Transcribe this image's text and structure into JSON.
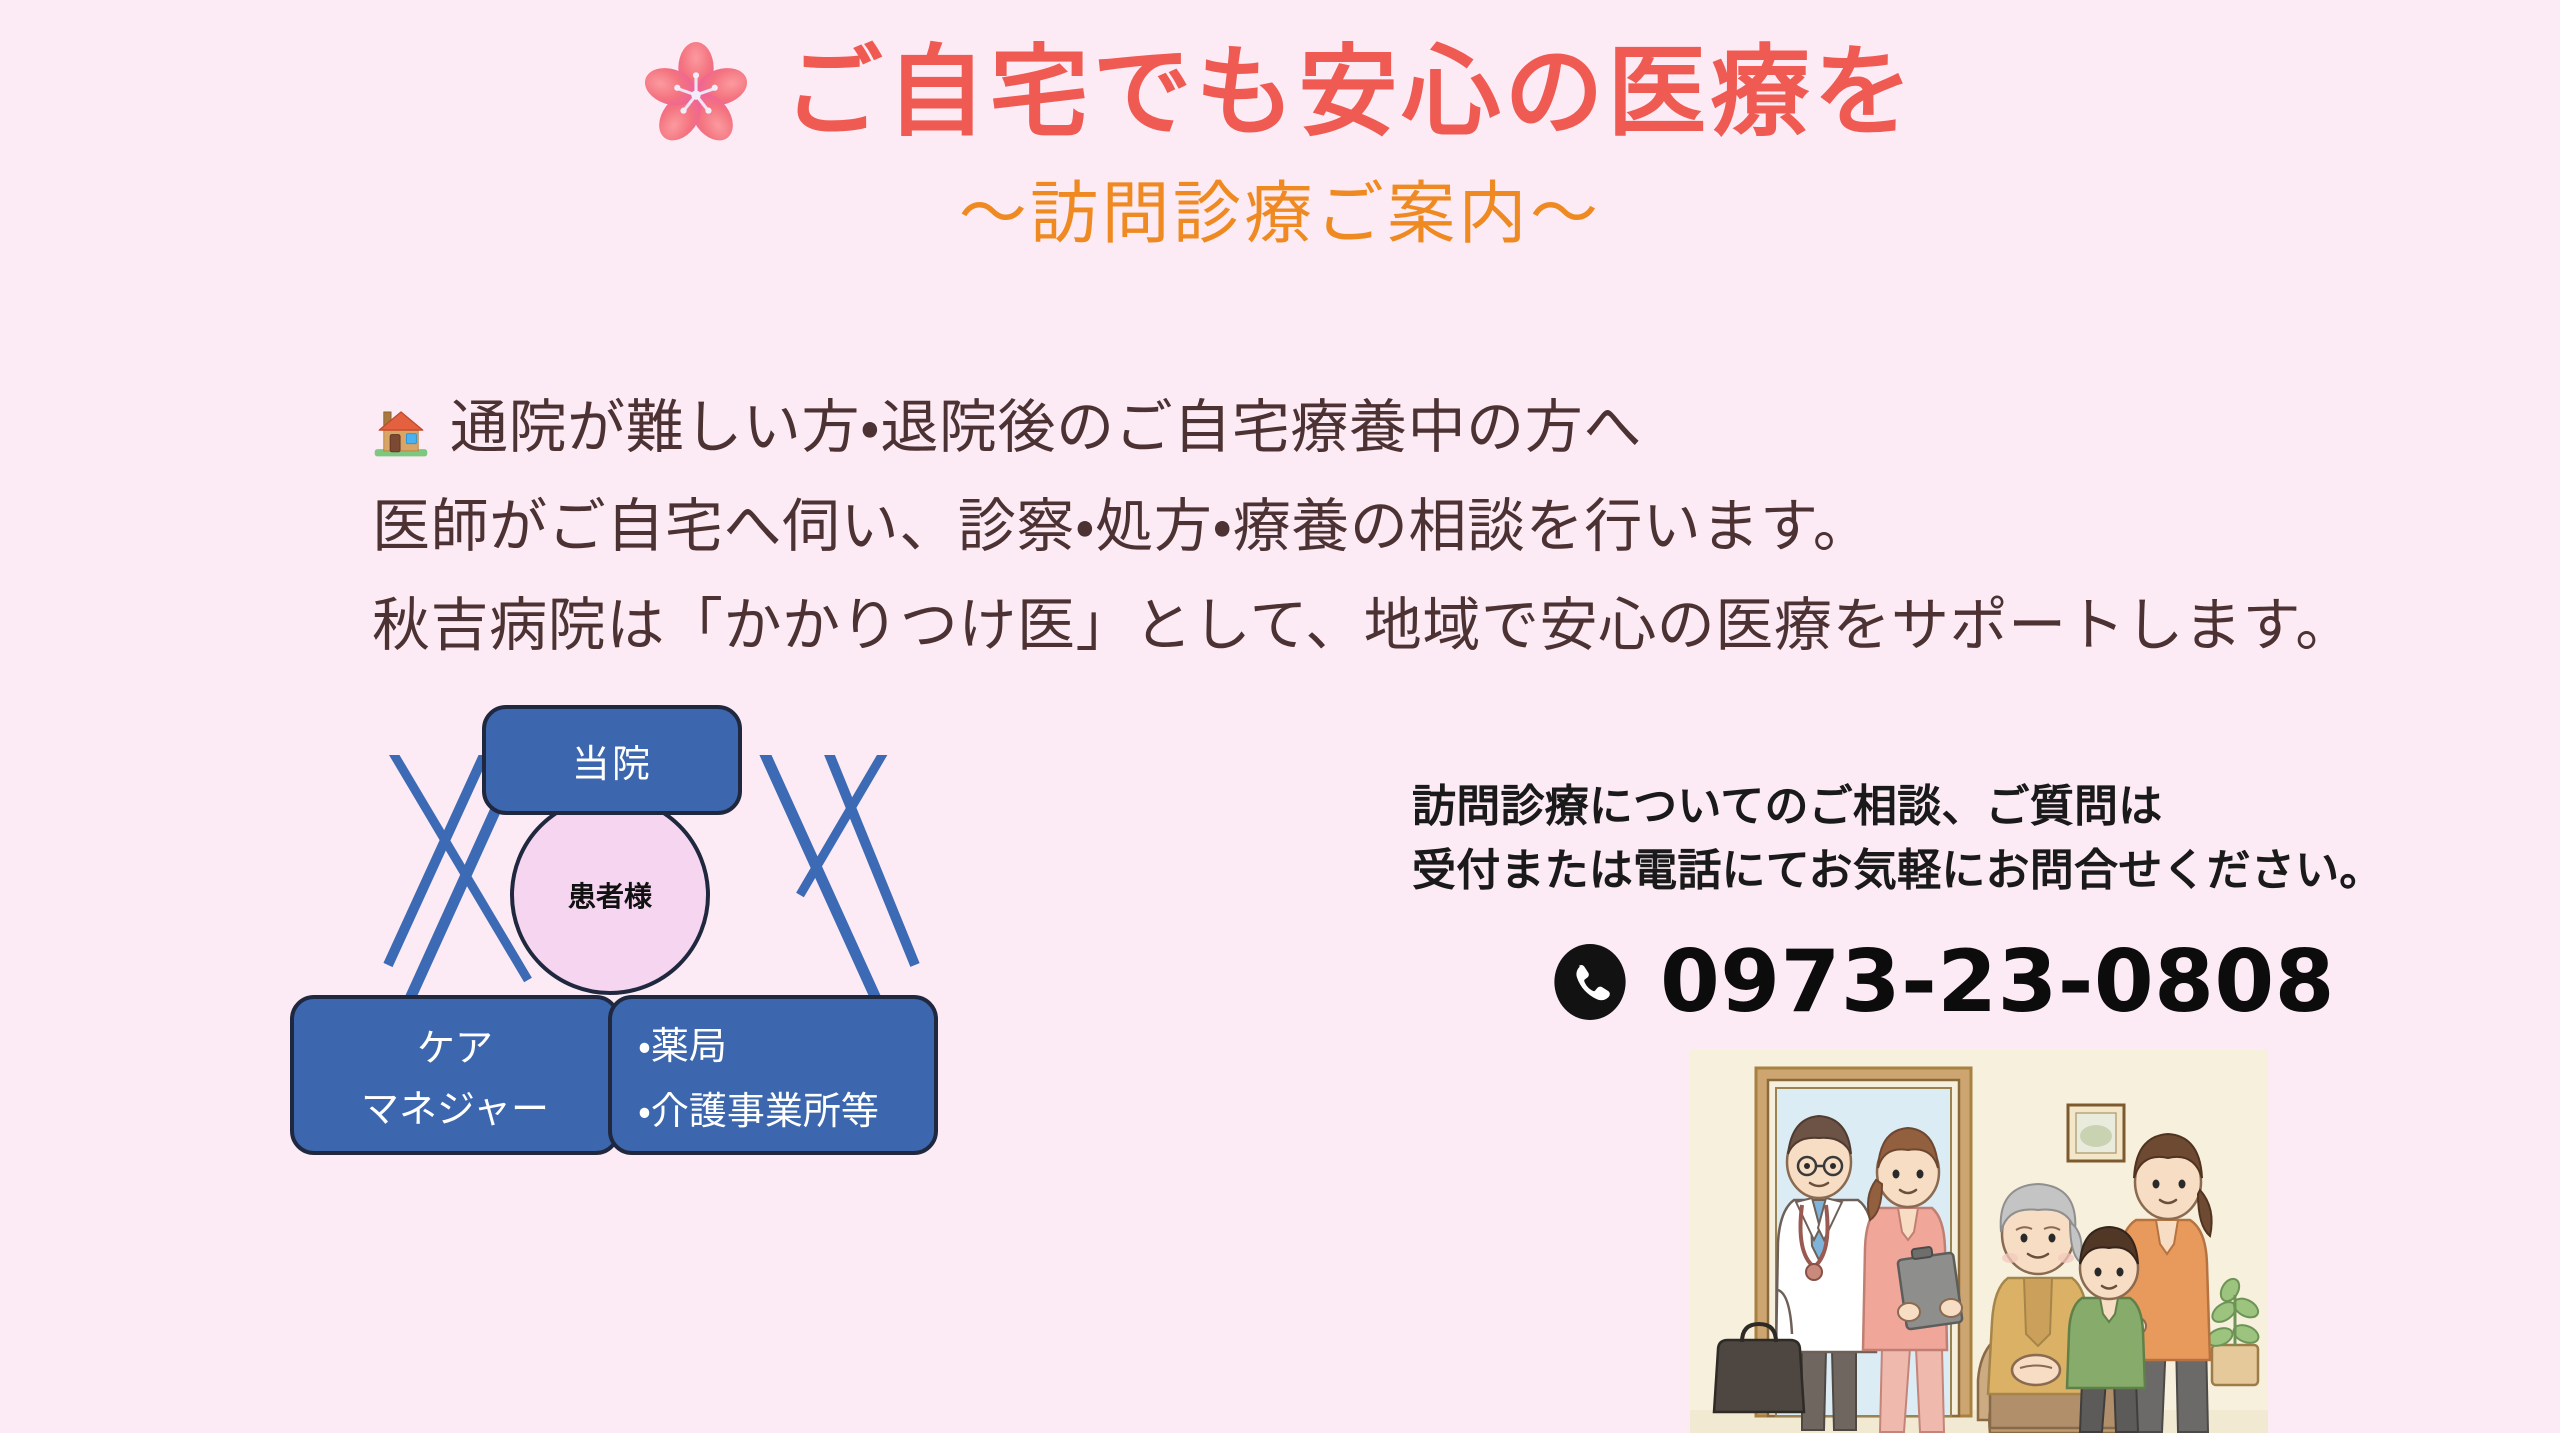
{
  "page": {
    "background_color": "#fcebf5"
  },
  "header": {
    "sakura_icon": "cherry-blossom-icon",
    "title": "ご自宅でも安心の医療を",
    "title_color": "#ef5b52",
    "subtitle": "〜訪問診療ご案内〜",
    "subtitle_color": "#ef8a22"
  },
  "body": {
    "house_icon": "house-icon",
    "lines": [
      "通院が難しい方・退院後のご自宅療養中の方へ",
      "医師がご自宅へ伺い、診察・処方・療養の相談を行います。",
      "秋吉病院は「かかりつけ医」として、地域で安心の医療をサポートします。"
    ],
    "text_color": "#4c3232"
  },
  "diagram": {
    "box_fill": "#3c66ae",
    "box_stroke": "#20283f",
    "box_text_color": "#ffffff",
    "circle_fill": "#f5d5ef",
    "circle_stroke": "#20283f",
    "circle_text_color": "#111111",
    "connector_color": "#3c6ab4",
    "top_node": "当院",
    "center_node": "患者様",
    "left_node_line1": "ケア",
    "left_node_line2": "マネジャー",
    "right_node_line1": "・薬局",
    "right_node_line2": "・介護事業所等"
  },
  "contact": {
    "line1": "訪問診療についてのご相談、ご質問は",
    "line2": "受付または電話にてお気軽にお問合せください。",
    "phone_icon": "phone-icon",
    "phone_number": "0973-23-0808",
    "text_color": "#1a1a1a"
  },
  "illustration": {
    "alt": "home-visit-illustration",
    "description": "医師・看護師がご自宅を訪問し、高齢の患者様とご家族が出迎えるイラスト",
    "background_color": "#f7f0dd"
  }
}
